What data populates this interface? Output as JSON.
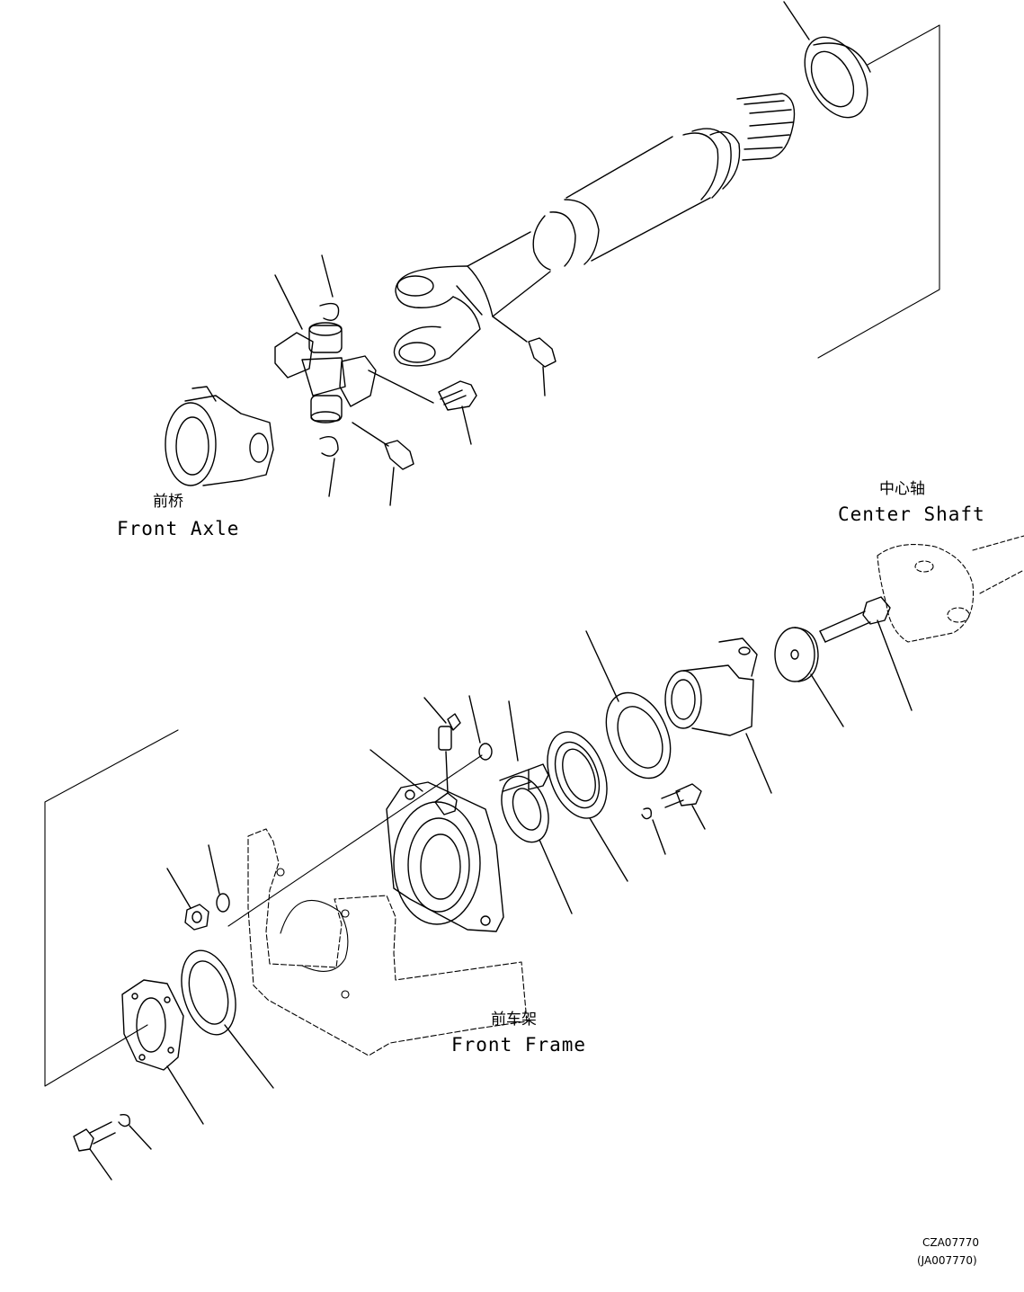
{
  "labels": {
    "front_axle_cn": "前桥",
    "front_axle_en": "Front Axle",
    "center_shaft_cn": "中心轴",
    "center_shaft_en": "Center Shaft",
    "front_frame_cn": "前车架",
    "front_frame_en": "Front Frame"
  },
  "drawing_codes": {
    "primary": "CZA07770",
    "secondary": "(JA007770)"
  },
  "colors": {
    "line": "#000000",
    "background": "#ffffff"
  }
}
